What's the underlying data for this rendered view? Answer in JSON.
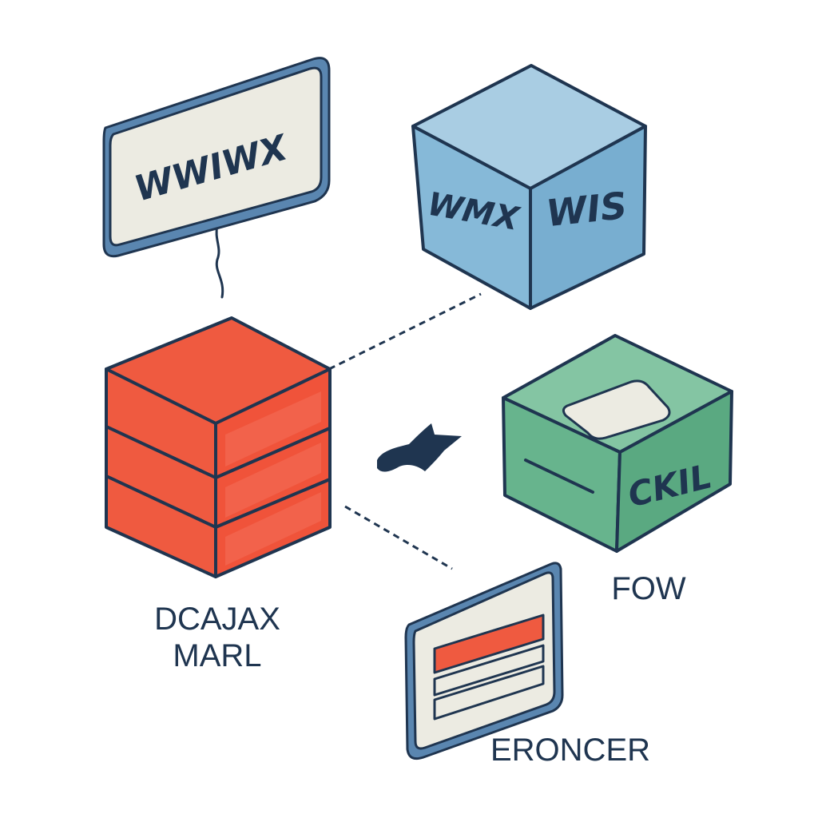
{
  "colors": {
    "outline": "#1f3550",
    "red": "#ef5a40",
    "red_light": "#f4705a",
    "blue_front": "#86b9d8",
    "blue_top": "#a9cde3",
    "blue_side": "#78aed0",
    "green_front": "#67b48d",
    "green_top": "#84c5a3",
    "green_side": "#5aa981",
    "cream": "#ecebe2",
    "stroke_blue_shadow": "#5a86b0"
  },
  "nodes": {
    "speech_box": {
      "text": "WWIWX",
      "icon": "speech-bubble"
    },
    "blue_cube": {
      "front_text": "WMX",
      "side_text": "WIS",
      "icon": "cube"
    },
    "red_stack": {
      "label_line1": "DCAJAX",
      "label_line2": "MARL",
      "icon": "layered-database"
    },
    "green_cube": {
      "side_text": "CKIL",
      "label": "FOW",
      "icon": "cube"
    },
    "window_card": {
      "label": "ERONCER",
      "icon": "window-panel"
    }
  },
  "connectors": {
    "arrow": {
      "icon": "arrow-right-icon"
    }
  }
}
